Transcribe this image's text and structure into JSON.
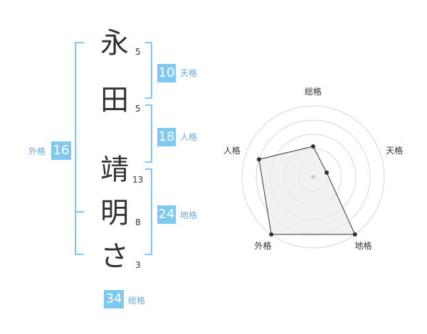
{
  "name": {
    "chars": [
      {
        "char": "永",
        "strokes": "5"
      },
      {
        "char": "田",
        "strokes": "5"
      },
      {
        "char": "靖",
        "strokes": "13"
      },
      {
        "char": "明",
        "strokes": "8"
      },
      {
        "char": "さ",
        "strokes": "3"
      }
    ]
  },
  "kaku": {
    "tenkaku": {
      "value": "10",
      "label": "天格"
    },
    "jinkaku": {
      "value": "18",
      "label": "人格"
    },
    "chikaku": {
      "value": "24",
      "label": "地格"
    },
    "gaikaku": {
      "value": "16",
      "label": "外格"
    },
    "soukaku": {
      "value": "34",
      "label": "総格"
    }
  },
  "colors": {
    "accent": "#7fc8f0",
    "bracket": "#7fc8f0",
    "label": "#6aa8d8"
  },
  "chart_data": {
    "type": "radar",
    "axes": [
      "総格",
      "天格",
      "地格",
      "外格",
      "人格"
    ],
    "rings": 5,
    "values": [
      0.43,
      0.2,
      1.0,
      1.0,
      0.8
    ],
    "range": [
      0,
      1
    ]
  }
}
